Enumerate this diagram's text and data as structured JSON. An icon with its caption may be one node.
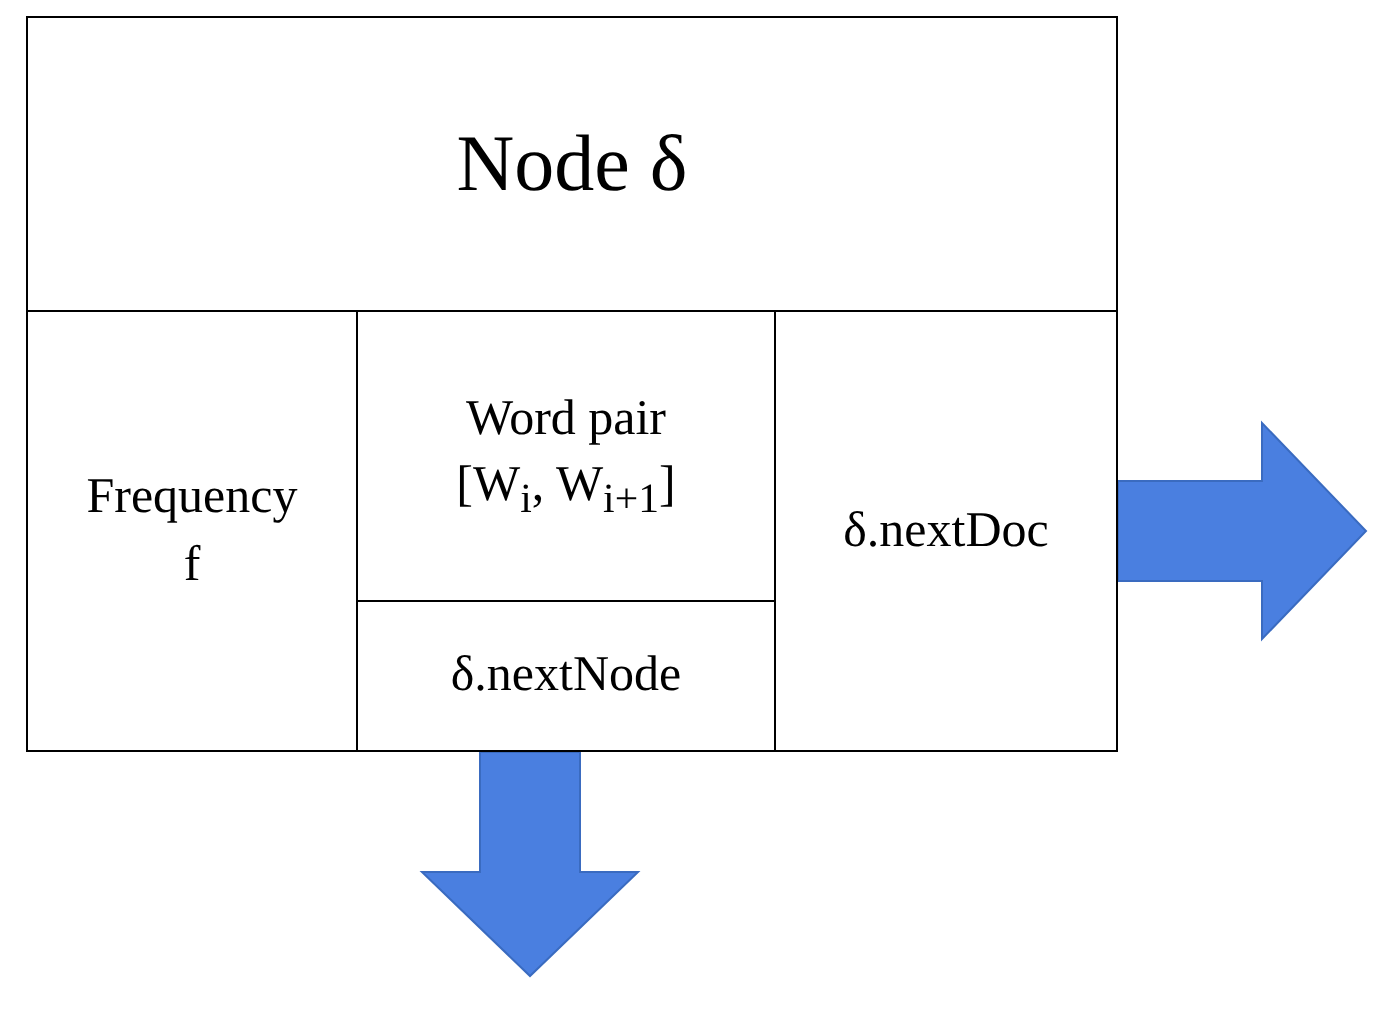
{
  "diagram": {
    "nodes": [
      {
        "text": [
          "Node δ"
        ]
      },
      {
        "text": [
          "Frequency f"
        ]
      },
      {
        "text": [
          "Word pair [W$_{i}$, W$_{i+1}$]"
        ]
      },
      {
        "text": [
          "δ.nextNode"
        ]
      },
      {
        "text": [
          "δ.nextDoc"
        ]
      }
    ],
    "edges": [
      {
        "from": 4,
        "to": null,
        "arrow": "to",
        "style": "thick"
      },
      {
        "from": 3,
        "to": null,
        "arrow": "to",
        "style": "thick"
      }
    ]
  }
}
